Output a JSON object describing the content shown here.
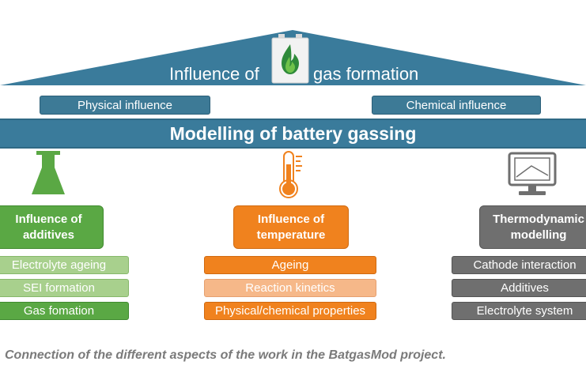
{
  "roof": {
    "left_text": "Influence of",
    "right_text": "gas formation",
    "logo": "battery-flame-logo"
  },
  "influences": {
    "physical": "Physical influence",
    "chemical": "Chemical influence"
  },
  "main_bar": "Modelling of battery gassing",
  "columns": [
    {
      "icon": "flask-icon",
      "title_line1": "Influence of",
      "title_line2": "additives",
      "color": "#5aa844",
      "items": [
        "Electrolyte ageing",
        "SEI formation",
        "Gas fomation"
      ]
    },
    {
      "icon": "thermometer-icon",
      "title_line1": "Influence of",
      "title_line2": "temperature",
      "color": "#f0821e",
      "items": [
        "Ageing",
        "Reaction kinetics",
        "Physical/chemical properties"
      ]
    },
    {
      "icon": "monitor-icon",
      "title_line1": "Thermodynamic",
      "title_line2": "modelling",
      "color": "#6f6f6f",
      "items": [
        "Cathode interaction",
        "Additives",
        "Electrolyte system"
      ]
    }
  ],
  "caption": "Connection of the different aspects of the work in the BatgasMod project."
}
